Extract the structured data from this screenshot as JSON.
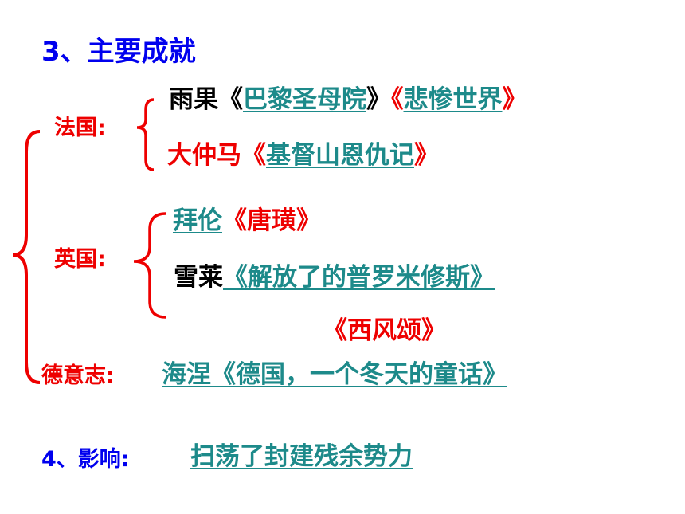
{
  "colors": {
    "blue": "#0000ee",
    "red": "#ee0000",
    "teal": "#1d8a8a",
    "black": "#000000"
  },
  "heading": "3、主要成就",
  "france": {
    "label": "法国:",
    "line1": {
      "author": "雨果",
      "open1": "《",
      "work1": "巴黎圣母院",
      "close1": "》",
      "open2": "《",
      "work2": "悲惨世界",
      "close2": "》"
    },
    "line2": {
      "author": "大仲马",
      "open": "《",
      "work": "基督山恩仇记",
      "close": "》"
    }
  },
  "england": {
    "label": "英国:",
    "line1": {
      "author": "拜伦",
      "work": "《唐璜》"
    },
    "line2": {
      "author": "雪莱",
      "work": "《解放了的普罗米修斯》"
    },
    "line3": {
      "work": "《西风颂》"
    }
  },
  "germany": {
    "label": "德意志:",
    "author": "海涅",
    "work": "《德国，一个冬天的童话》"
  },
  "impact": {
    "label": "4、影响:",
    "text": "扫荡了封建残余势力"
  }
}
